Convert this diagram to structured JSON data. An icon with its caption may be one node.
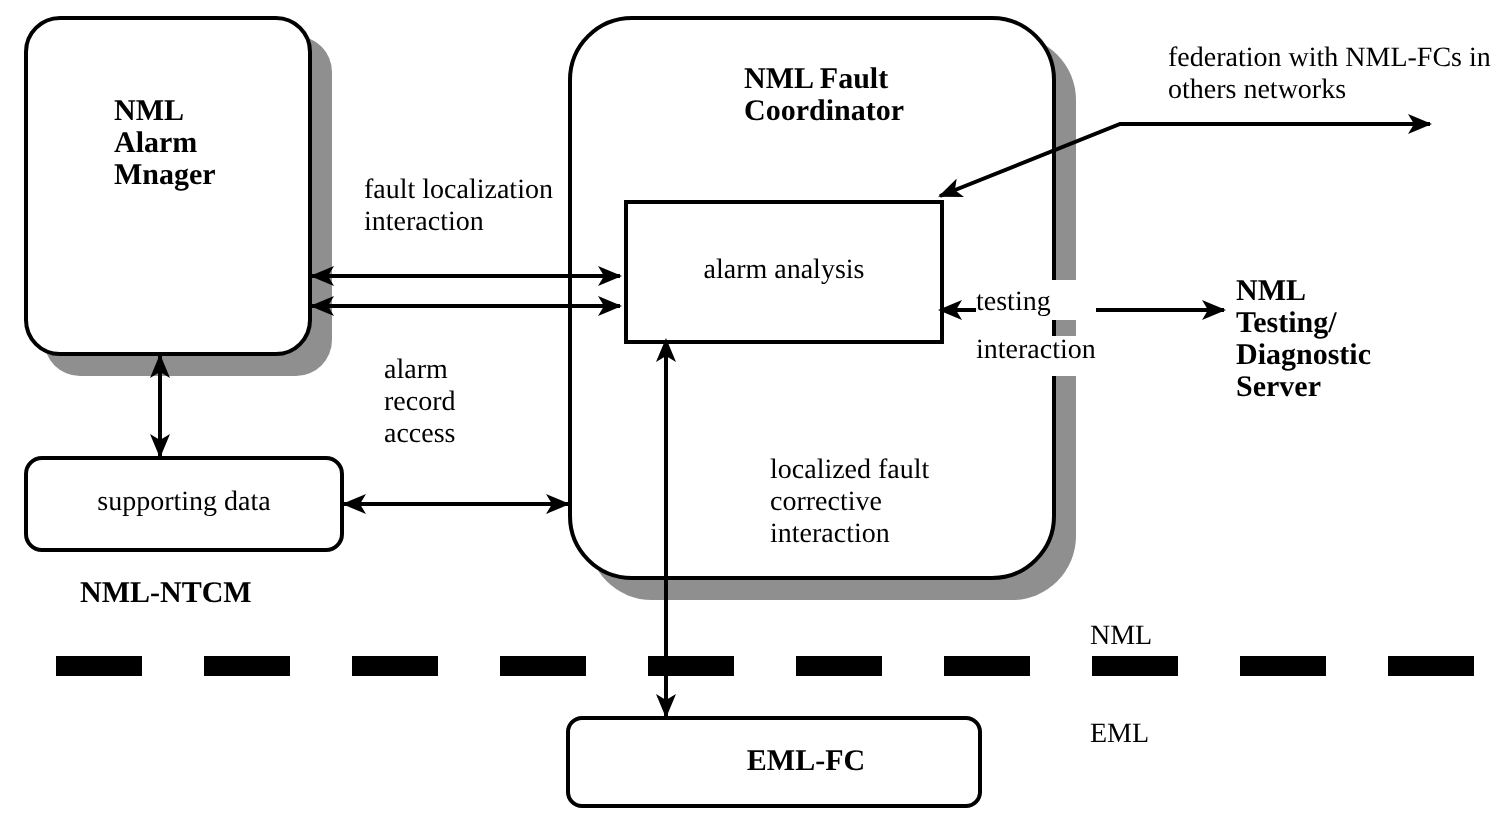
{
  "diagram": {
    "nodes": [
      {
        "text": [
          "NML Alarm Mnager"
        ]
      },
      {
        "text": [
          "NML Fault Coordinator"
        ]
      },
      {
        "text": [
          "alarm analysis"
        ],
        "in": 1
      },
      {
        "text": [
          "supporting data"
        ]
      },
      {
        "text": [
          "NML Testing/ Diagnostic Server"
        ]
      },
      {
        "text": [
          "EML-FC"
        ]
      }
    ],
    "edges": [
      {
        "from": 0,
        "to": 2,
        "arrow": "both",
        "label": "fault localization interaction"
      },
      {
        "from": 0,
        "to": 2,
        "arrow": "both",
        "label": "alarm record access"
      },
      {
        "from": 0,
        "to": 3,
        "arrow": "both"
      },
      {
        "from": 3,
        "to": 1,
        "arrow": "both"
      },
      {
        "from": 2,
        "to": 4,
        "arrow": "both",
        "label": "testing interaction"
      },
      {
        "from": 5,
        "to": 2,
        "arrow": "both",
        "label": "localized fault corrective interaction"
      },
      {
        "from": 2,
        "to": null,
        "arrow": "both",
        "label": "federation with NML-FCs in others networks"
      }
    ],
    "labels": [
      "NML-NTCM",
      "NML",
      "EML"
    ]
  }
}
